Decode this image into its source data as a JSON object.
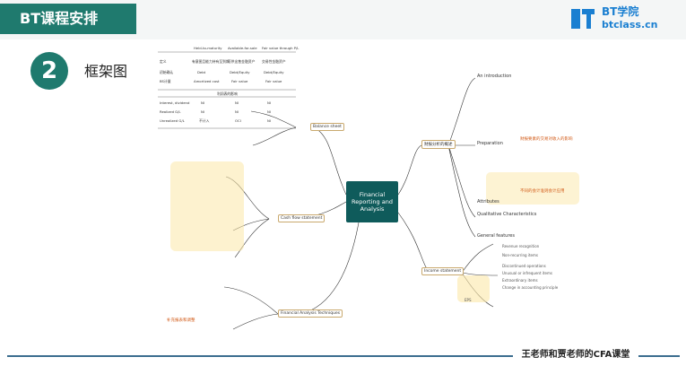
{
  "header": {
    "title": "BT课程安排"
  },
  "logo": {
    "name": "BT学院",
    "url": "btclass.cn"
  },
  "slide": {
    "number": "2",
    "subtitle": "框架图"
  },
  "mindmap": {
    "center": "Financial Reporting and Analysis",
    "left": [
      {
        "label": "Balance sheet"
      },
      {
        "label": "Cash flow statement"
      },
      {
        "label": "Financial Analysis Techniques"
      }
    ],
    "right": [
      {
        "label": "财报分析的概述"
      },
      {
        "label": "Income statement"
      }
    ],
    "right_top": [
      "An introduction",
      "Preparation",
      "Attributes",
      "Qualitative Characteristics",
      "General features"
    ],
    "income_items": [
      "Revenue recognition",
      "Non-recurring items",
      "Discontinued operations",
      "Unusual or infrequent items",
      "Extraordinary items",
      "Change in accounting principle",
      "EPS"
    ],
    "highlights": [
      "财报要素的交易对收入的影响",
      "不同的会计准则会计应用",
      "补充报表和调整"
    ]
  },
  "table": {
    "headers": [
      "",
      "Held-to-maturity",
      "Available-for-sale",
      "Fair value through P/L"
    ],
    "rows": [
      [
        "定义",
        "有意图且能力持有至到期",
        "可供出售金融资产",
        "交易性金融资产"
      ],
      [
        "初始确认",
        "Debt",
        "Debt/Equity",
        "Debt/Equity"
      ],
      [
        "BS计量",
        "Amortized cost",
        "Fair value",
        "Fair value"
      ]
    ],
    "sub_header": "利润表的影响",
    "sub_rows": [
      [
        "Interest, dividend",
        "NI",
        "NI",
        "NI"
      ],
      [
        "Realized G/L",
        "NI",
        "NI",
        "NI"
      ],
      [
        "Unrealized G/L",
        "不计入",
        "OCI",
        "NI"
      ]
    ]
  },
  "footer": {
    "label": "王老师和贾老师的CFA课堂"
  }
}
